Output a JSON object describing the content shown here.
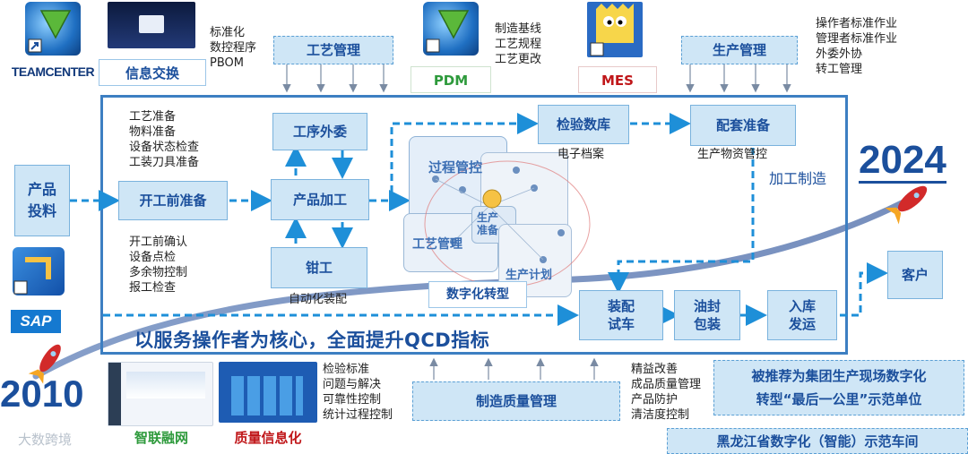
{
  "colors": {
    "accent": "#1b4f9c",
    "box_fill": "#cfe6f6",
    "frame": "#3d7fc2",
    "mes_red": "#c0171a",
    "pdm_green": "#2e9a3c"
  },
  "systems": {
    "teamcenter": "TEAMCENTER",
    "info_exchange": "信息交换",
    "pdm": "PDM",
    "mes": "MES",
    "sap": "SAP",
    "smart_fusion": "智联融网",
    "quality_info": "质量信息化"
  },
  "notes": {
    "bpm": "标准化\n数控程序\nPBOM",
    "mfg_baseline": "制造基线\n工艺规程\n工艺更改",
    "operator": "操作者标准作业\n管理者标准作业\n外委外协\n转工管理",
    "prep": "工艺准备\n物料准备\n设备状态检查\n工装刀具准备",
    "confirm": "开工前确认\n设备点检\n多余物控制\n报工检查",
    "auto_assembly": "自动化装配",
    "e_archive": "电子档案",
    "material_control": "生产物资管控",
    "quality_std": "检验标准\n问题与解决\n可靠性控制\n统计过程控制",
    "lean": "精益改善\n成品质量管理\n产品防护\n清洁度控制"
  },
  "boxes": {
    "process_mgmt": "工艺管理",
    "production_mgmt": "生产管理",
    "product_input": "产品\n投料",
    "pre_start": "开工前准备",
    "outsourcing": "工序外委",
    "product_processing": "产品加工",
    "fitter": "钳工",
    "inspection_data": "检验数库",
    "kitting": "配套准备",
    "assembly_test": "装配\n试车",
    "oil_pack": "油封\n包装",
    "storage_ship": "入库\n发运",
    "customer": "客户",
    "quality_mgmt": "制造质量管理"
  },
  "center": {
    "process_control": "过程管控",
    "process_mgmt2": "工艺管理",
    "prod_prep": "生产\n准备",
    "prod_plan": "生产计划",
    "digital_transform": "数字化转型"
  },
  "labels": {
    "manufacturing": "加工制造",
    "slogan": "以服务操作者为核心，全面提升QCD指标",
    "year_2024": "2024",
    "year_2010": "2010",
    "award_line1": "被推荐为集团生产现场数字化",
    "award_line2": "转型“最后一公里”示范单位",
    "award_line3": "黑龙江省数字化（智能）示范车间",
    "watermark": "大数跨境"
  }
}
